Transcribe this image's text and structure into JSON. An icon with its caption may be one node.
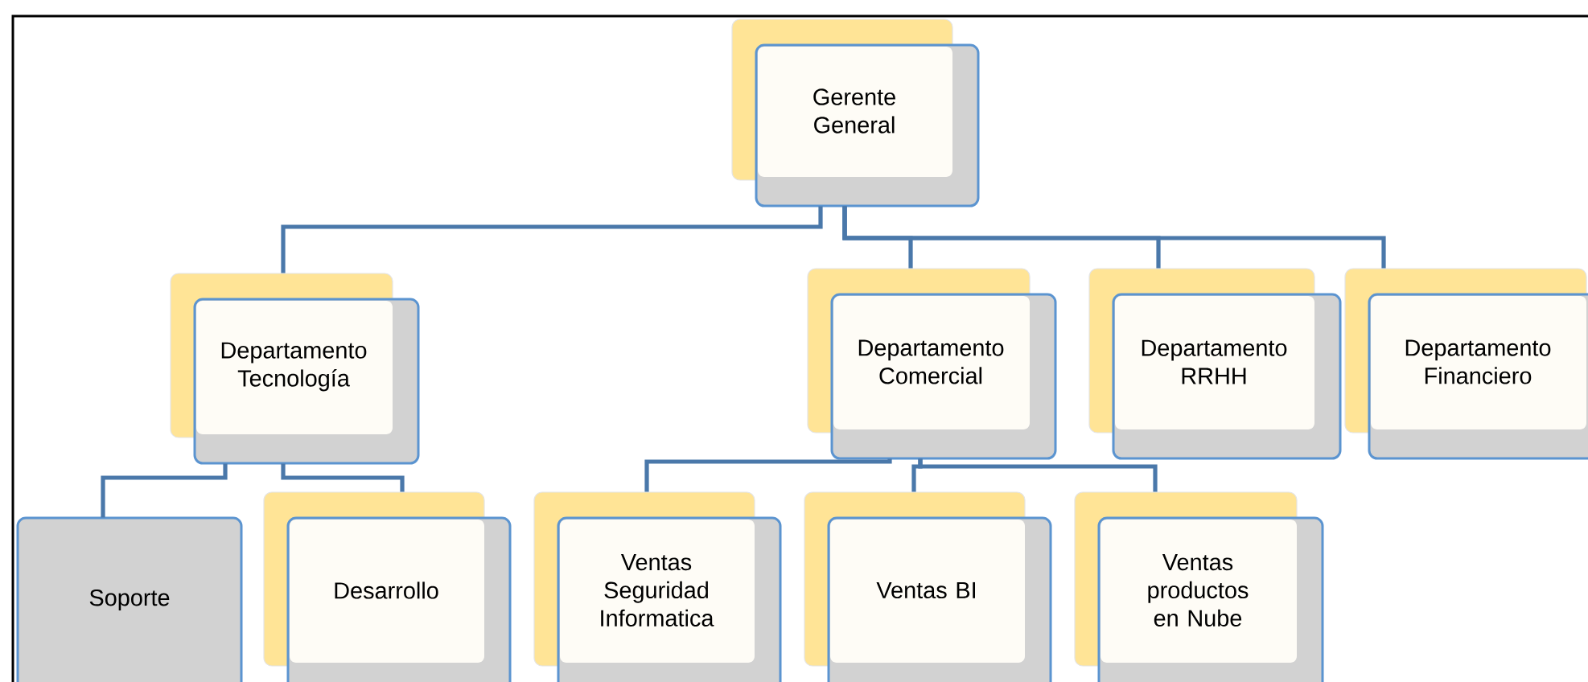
{
  "diagram": {
    "nodes": [
      {
        "text": [
          "Gerente General"
        ]
      },
      {
        "text": [
          "Departamento Tecnología"
        ]
      },
      {
        "text": [
          "Departamento Comercial"
        ]
      },
      {
        "text": [
          "Departamento RRHH"
        ]
      },
      {
        "text": [
          "Departamento Financiero"
        ]
      },
      {
        "text": [
          "Soporte"
        ]
      },
      {
        "text": [
          "Desarrollo"
        ]
      },
      {
        "text": [
          "Ventas Seguridad Informatica"
        ]
      },
      {
        "text": [
          "Ventas BI"
        ]
      },
      {
        "text": [
          "Ventas productos en Nube"
        ]
      }
    ],
    "edges": [
      {
        "from": 0,
        "to": 1,
        "arrow": "none"
      },
      {
        "from": 0,
        "to": 2,
        "arrow": "none"
      },
      {
        "from": 0,
        "to": 3,
        "arrow": "none"
      },
      {
        "from": 0,
        "to": 4,
        "arrow": "none"
      },
      {
        "from": 1,
        "to": 5,
        "arrow": "none"
      },
      {
        "from": 1,
        "to": 6,
        "arrow": "none"
      },
      {
        "from": 2,
        "to": 7,
        "arrow": "none"
      },
      {
        "from": 2,
        "to": 8,
        "arrow": "none"
      },
      {
        "from": 2,
        "to": 9,
        "arrow": "none"
      }
    ]
  }
}
